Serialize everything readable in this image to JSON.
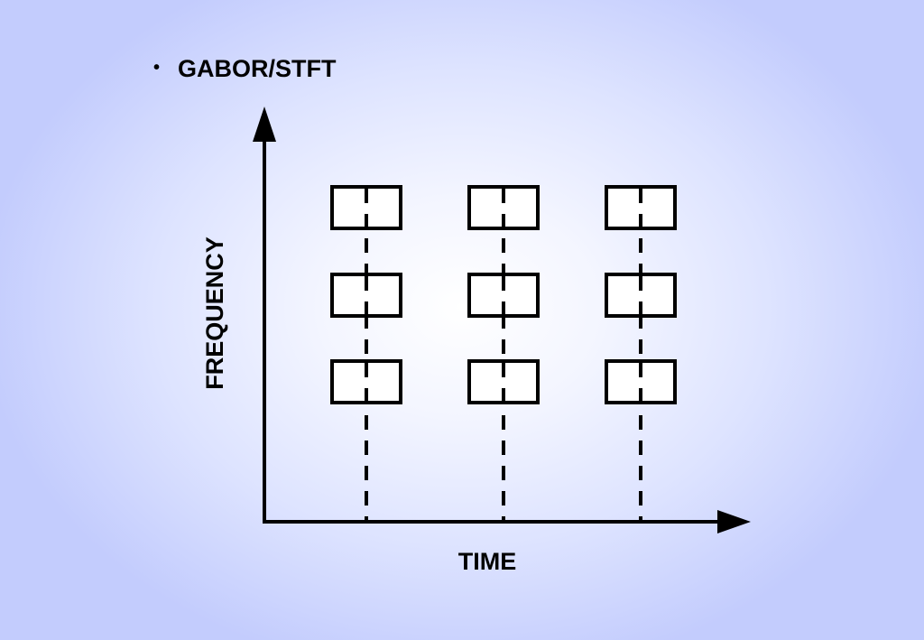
{
  "slide": {
    "bullet": "•",
    "title": "GABOR/STFT"
  },
  "diagram": {
    "x_axis_label": "TIME",
    "y_axis_label": "FREQUENCY",
    "tiling": {
      "columns": 3,
      "rows": 3
    },
    "colors": {
      "background_center": "#ffffff",
      "background_edge": "#c3ccfd",
      "ink": "#000000"
    }
  }
}
